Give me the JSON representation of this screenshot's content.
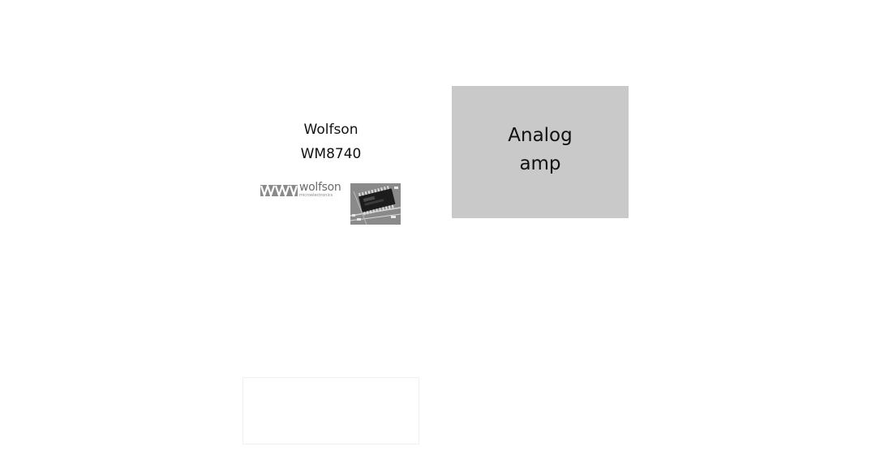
{
  "diagram": {
    "dac": {
      "title_line1": "Wolfson",
      "title_line2": "WM8740",
      "logo": {
        "wordmark": "wolfson",
        "subtitle": "microelectronics",
        "icon": "wolfson-logo-icon"
      },
      "photo": {
        "icon": "chip-photo-icon"
      }
    },
    "amp": {
      "label_line1": "Analog",
      "label_line2": "amp",
      "fill_color": "#c9c9c9"
    },
    "empty_box": {
      "border_color": "#f0f0f0"
    }
  }
}
